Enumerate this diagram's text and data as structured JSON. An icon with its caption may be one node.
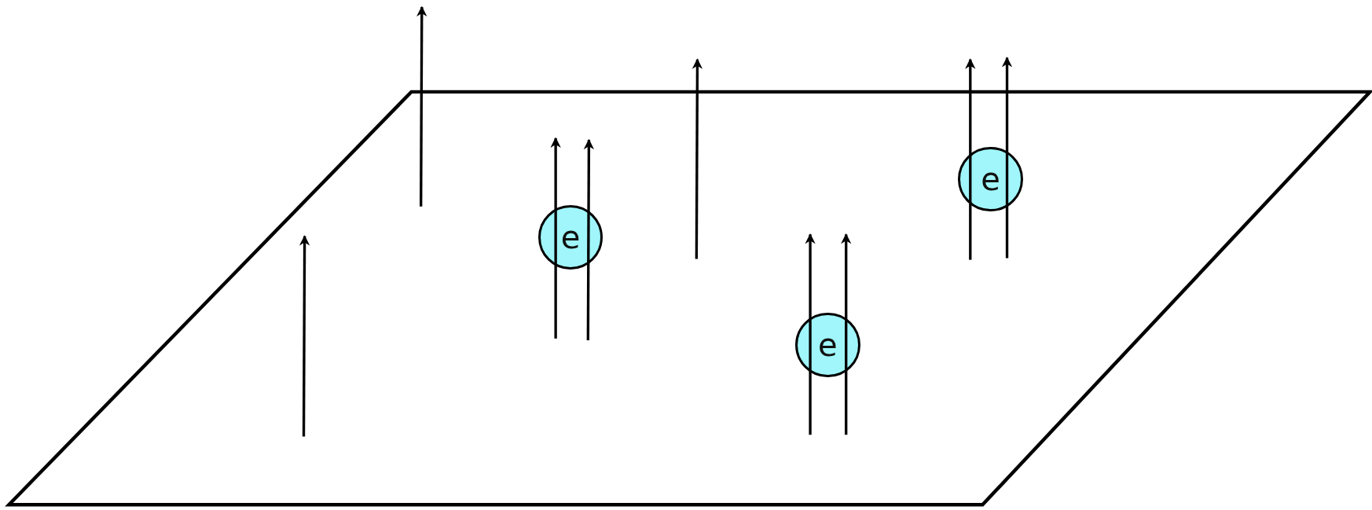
{
  "diagram": {
    "nodes": [
      {
        "text": [
          "e"
        ]
      },
      {
        "text": [
          "e"
        ]
      },
      {
        "text": [
          "e"
        ]
      }
    ]
  }
}
